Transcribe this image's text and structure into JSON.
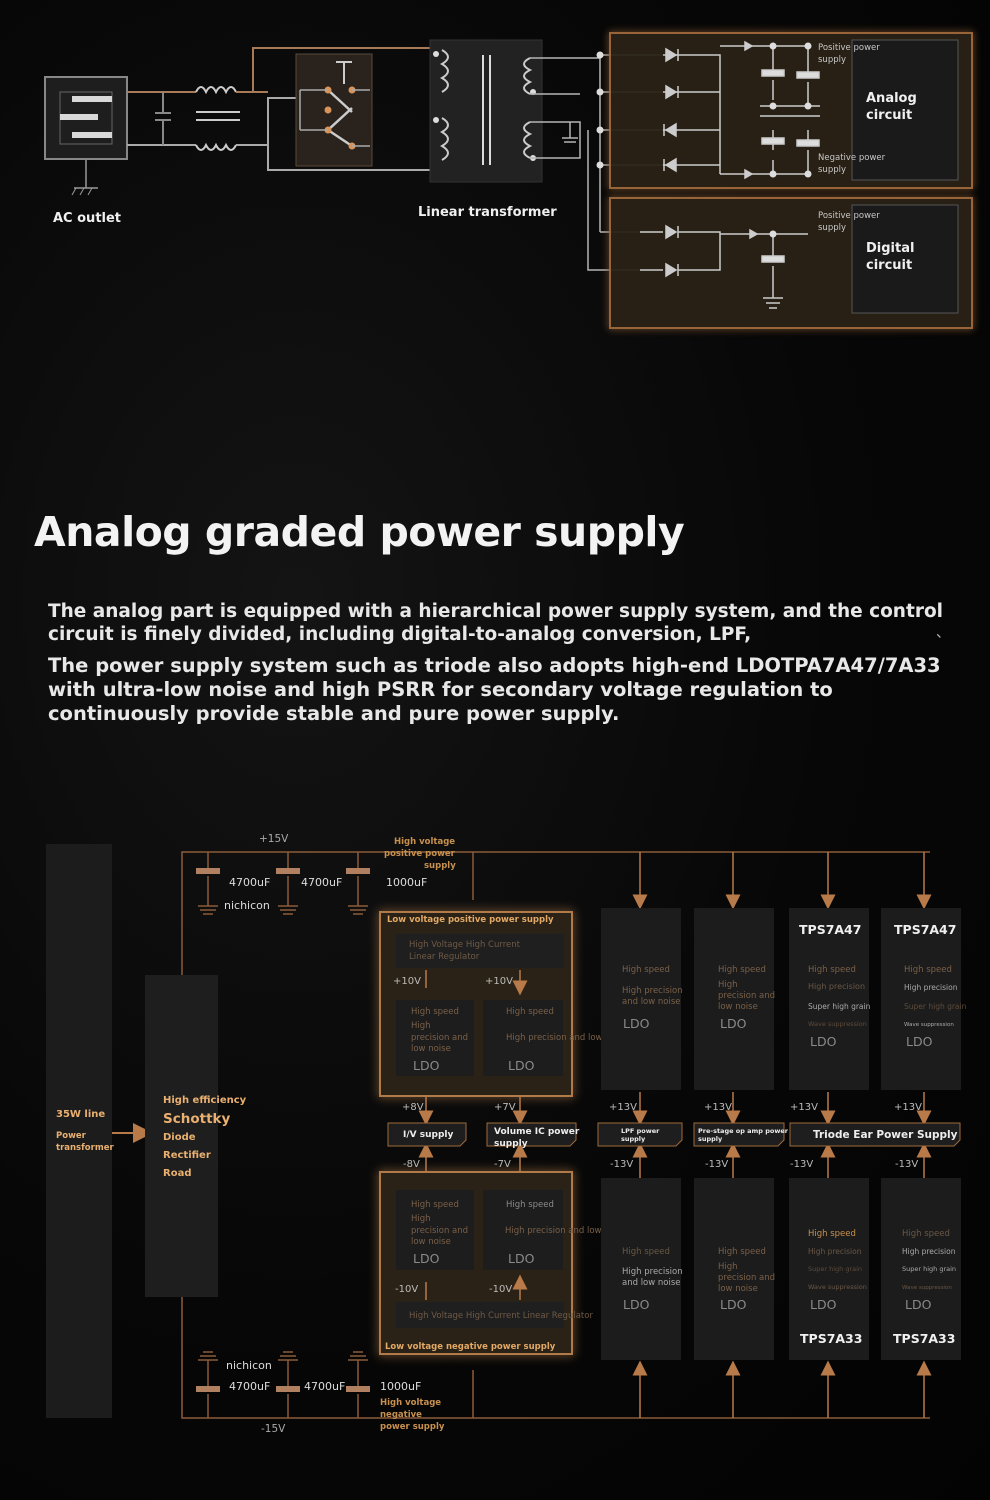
{
  "colors": {
    "background": "#050505",
    "accent": "#c98a4a",
    "wire_copper": "#b07850",
    "wire_gray": "#b9b9b9",
    "box_dark": "#1c1c1c",
    "text_light": "#f0f0f0",
    "text_gold": "#c8904e"
  },
  "top_diagram": {
    "ac_outlet_label": "AC outlet",
    "transformer_label": "Linear transformer",
    "analog": {
      "label_line1": "Analog",
      "label_line2": "circuit",
      "positive_line1": "Positive power",
      "positive_line2": "supply",
      "negative_line1": "Negative power",
      "negative_line2": "supply"
    },
    "digital": {
      "label_line1": "Digital",
      "label_line2": "circuit",
      "positive_line1": "Positive power",
      "positive_line2": "supply"
    }
  },
  "section": {
    "title": "Analog graded power supply",
    "paragraph1": "The analog part is equipped with a hierarchical power supply system, and the control circuit is finely divided, including digital-to-analog conversion, LPF,",
    "paragraph1_tail": "、",
    "paragraph2": "The power supply system such as triode also adopts high-end LDOTPA7A47/7A33 with ultra-low noise and high PSRR for secondary voltage regulation to continuously provide stable and pure power supply."
  },
  "bottom_diagram": {
    "line": {
      "label": "35W line",
      "sub1": "Power",
      "sub2": "transformer"
    },
    "rectifier": {
      "l1": "High efficiency",
      "l2": "Schottky",
      "l3": "Diode",
      "l4": "Rectifier",
      "l5": "Road"
    },
    "rail_pos": "+15V",
    "rail_neg": "-15V",
    "hv_pos": {
      "l1": "High voltage",
      "l2": "positive power",
      "l3": "supply"
    },
    "hv_neg": {
      "l1": "High voltage",
      "l2": "negative",
      "l3": "power supply"
    },
    "caps_top": [
      "4700uF",
      "4700uF",
      "1000uF"
    ],
    "caps_bottom": [
      "4700uF",
      "4700uF",
      "1000uF"
    ],
    "nichicon": "nichicon",
    "low_pos_box": {
      "title": "Low voltage positive power supply",
      "reg_l1": "High Voltage High Current",
      "reg_l2": "Linear Regulator",
      "v1": "+10V",
      "v2": "+10V",
      "ldo1": {
        "l1": "High speed",
        "l2": "High",
        "l3": "precision and",
        "l4": "low noise",
        "ldo": "LDO"
      },
      "ldo2": {
        "l1": "High speed",
        "l2": "High precision and low noise",
        "ldo": "LDO"
      }
    },
    "low_neg_box": {
      "title": "Low voltage negative power supply",
      "reg": "High Voltage High Current Linear Regulator",
      "v1": "-10V",
      "v2": "-10V",
      "ldo1": {
        "l1": "High speed",
        "l2": "High",
        "l3": "precision and",
        "l4": "low noise",
        "ldo": "LDO"
      },
      "ldo2": {
        "l1": "High speed",
        "l2": "High precision and low noise",
        "ldo": "LDO"
      }
    },
    "supplies": {
      "iv": "I/V supply",
      "vol_l1": "Volume IC power",
      "vol_l2": "supply",
      "lpf_l1": "LPF power",
      "lpf_l2": "supply",
      "pre_l1": "Pre-stage op amp power",
      "pre_l2": "supply",
      "triode": "Triode Ear Power Supply"
    },
    "voltages": {
      "iv_p": "+8V",
      "iv_n": "-8V",
      "vol_p": "+7V",
      "vol_n": "-7V",
      "lpf_p": "+13V",
      "lpf_n": "-13V",
      "pre_p": "+13V",
      "pre_n": "-13V",
      "t1_p": "+13V",
      "t1_n": "-13V",
      "t2_p": "+13V",
      "t2_n": "-13V"
    },
    "col_lpf_top": {
      "l1": "High speed",
      "l2": "High precision",
      "l3": "and low noise",
      "ldo": "LDO"
    },
    "col_pre_top": {
      "l1": "High speed",
      "l2": "High",
      "l3": "precision and",
      "l4": "low noise",
      "ldo": "LDO"
    },
    "col_t1_top": {
      "chip": "TPS7A47",
      "l1": "High speed",
      "l2": "High precision",
      "l3": "Super high grain",
      "l4": "Wave suppression",
      "ldo": "LDO"
    },
    "col_t2_top": {
      "chip": "TPS7A47",
      "l1": "High speed",
      "l2": "High precision",
      "l3": "Super high grain",
      "l4": "Wave suppression",
      "ldo": "LDO"
    },
    "col_lpf_bot": {
      "l1": "High speed",
      "l2": "High precision",
      "l3": "and low noise",
      "ldo": "LDO"
    },
    "col_pre_bot": {
      "l1": "High speed",
      "l2": "High",
      "l3": "precision and",
      "l4": "low noise",
      "ldo": "LDO"
    },
    "col_t1_bot": {
      "chip": "TPS7A33",
      "l1": "High speed",
      "l2": "High precision",
      "l3": "Super high grain",
      "l4": "Wave suppression",
      "ldo": "LDO"
    },
    "col_t2_bot": {
      "chip": "TPS7A33",
      "l1": "High speed",
      "l2": "High precision",
      "l3": "Super high grain",
      "l4": "Wave suppression",
      "ldo": "LDO"
    }
  }
}
